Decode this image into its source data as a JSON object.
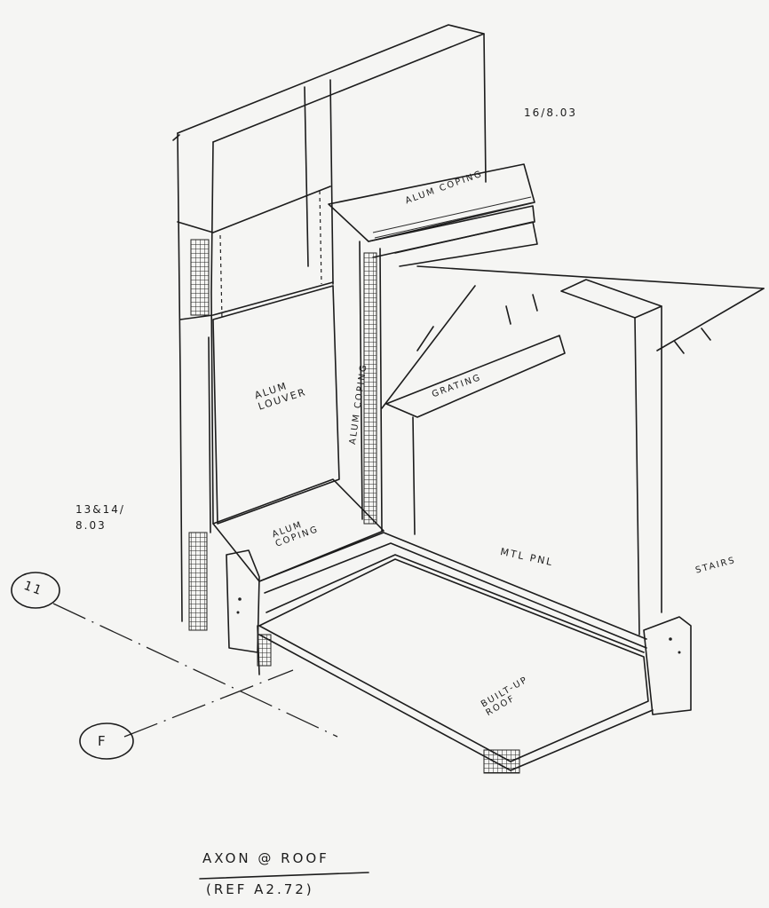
{
  "drawing": {
    "title": "AXON @ ROOF",
    "reference": "(REF A2.72)",
    "dates": {
      "top_right": "16/8.03",
      "left": "13&14/ 8.03"
    },
    "labels": {
      "alum_coping_top": "ALUM COPING",
      "alum_louver": "ALUM LOUVER",
      "alum_coping_vertical": "ALUM COPING",
      "grating": "GRATING",
      "alum_coping_lower": "ALUM COPING",
      "metal_panel": "MTL PNL",
      "stairs": "STAIRS",
      "built_up_roof": "BUILT-UP ROOF"
    },
    "grid_bubbles": [
      "11",
      "F"
    ],
    "ink_color": "#1c1c1c",
    "paper_color": "#f5f5f3"
  }
}
